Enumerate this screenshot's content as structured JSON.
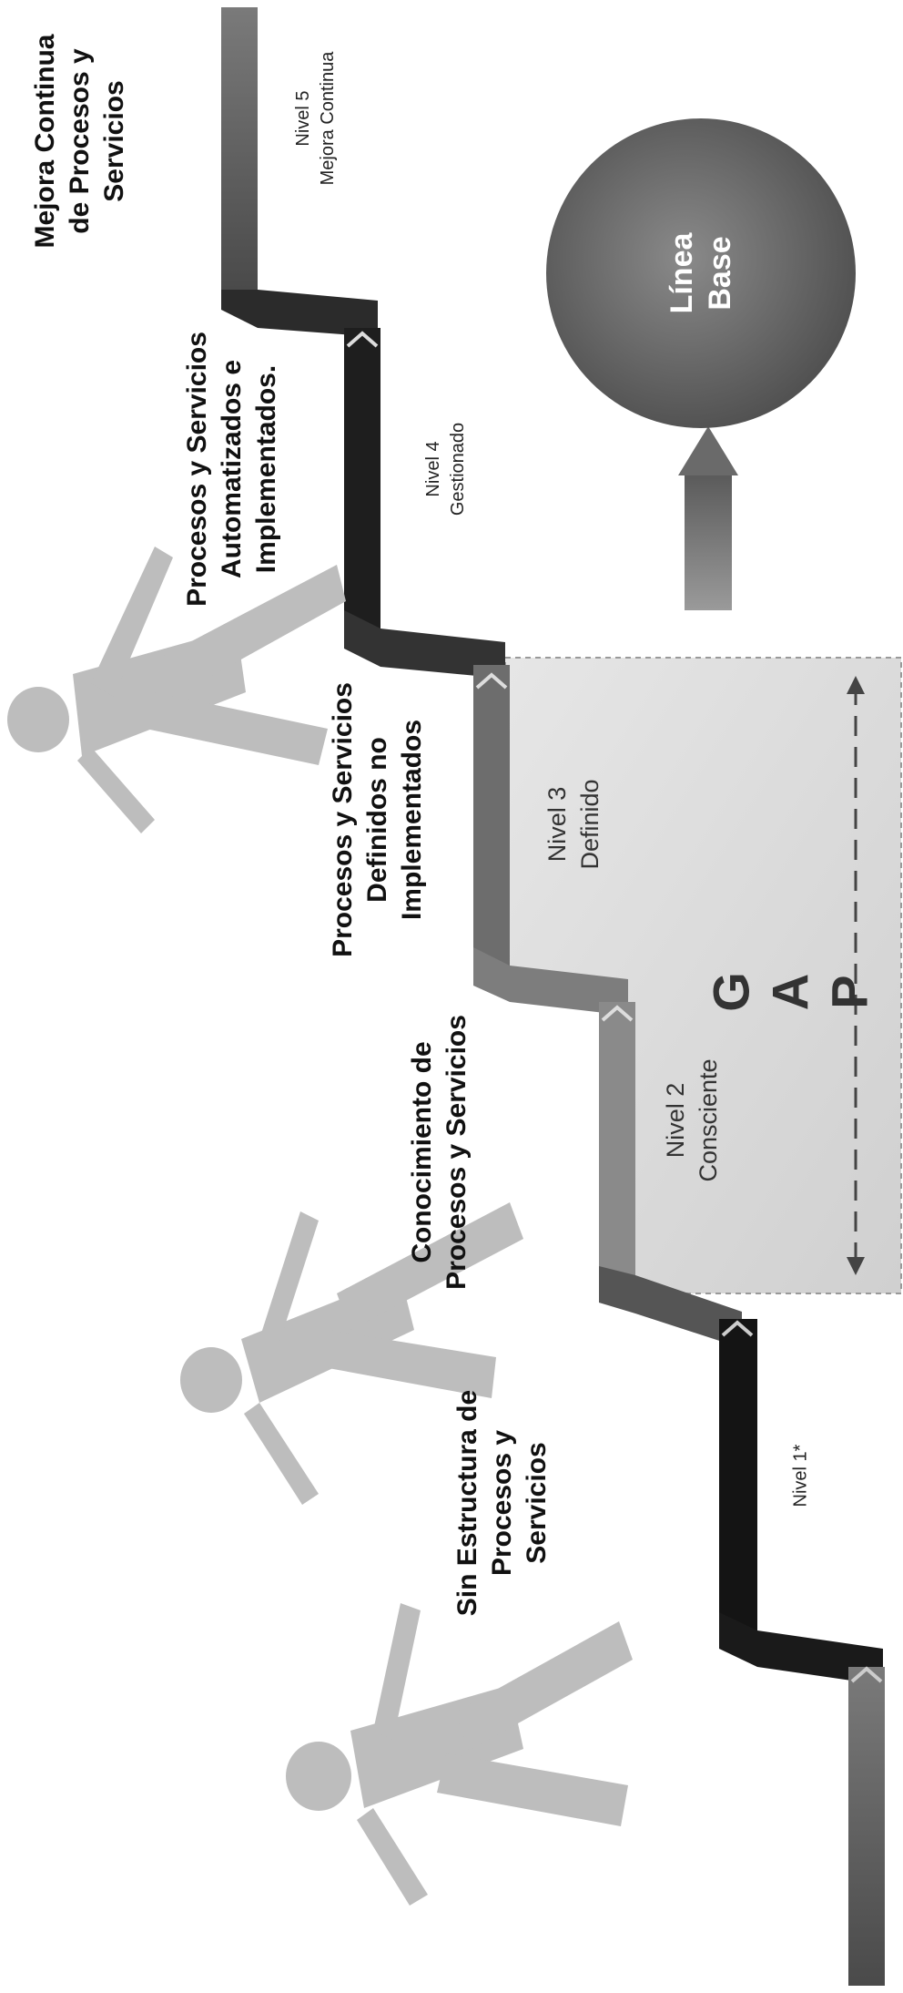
{
  "labels": {
    "mejora_continua": "Mejora Continua\nde Procesos y\nServicios",
    "automatizados": "Procesos y Servicios\nAutomatizados e\nImplementados.",
    "definidos_no_impl": "Procesos y Servicios\nDefinidos no\nImplementados",
    "conocimiento": "Conocimiento de\nProcesos y Servicios",
    "sin_estructura": "Sin Estructura de\nProcesos y\nServicios"
  },
  "levels": {
    "nivel5": "Nivel 5\nMejora Continua",
    "nivel4": "Nivel 4\nGestionado",
    "nivel3": "Nivel 3\nDefinido",
    "nivel2": "Nivel 2\nConsciente",
    "nivel1": "Nivel 1*"
  },
  "gap_label": "G A P",
  "baseline_label": "Línea\nBase",
  "colors": {
    "step_dark": "#161616",
    "step_mid": "#5c5c5c",
    "step_light": "#8a8a8a",
    "figure": "#bdbdbd",
    "gap_box": "#d9d9d9",
    "circle": "#6e6e6e"
  }
}
